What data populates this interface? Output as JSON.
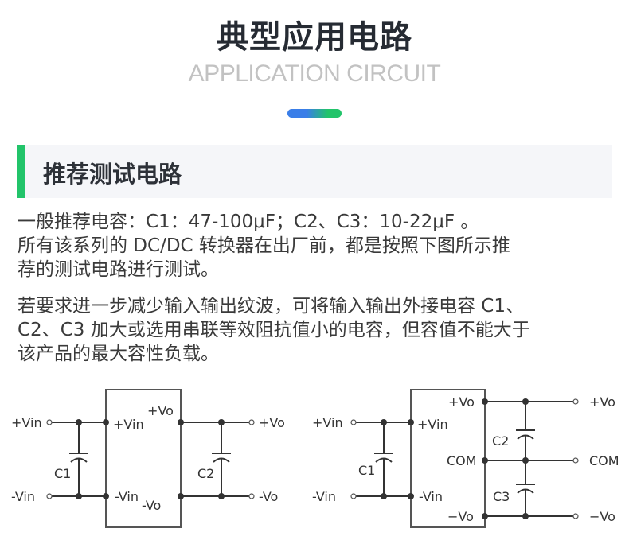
{
  "header": {
    "title": "典型应用电路",
    "subtitle": "APPLICATION CIRCUIT",
    "accent_colors": [
      "#3a7ee8",
      "#22c46a"
    ]
  },
  "section": {
    "title": "推荐测试电路",
    "bar_color": "#22c46a"
  },
  "paragraphs": [
    {
      "lines": [
        "一般推荐电容：C1：47-100μF；C2、C3：10-22μF 。",
        "所有该系列的 DC/DC 转换器在出厂前，都是按照下图所示推",
        "荐的测试电路进行测试。"
      ]
    },
    {
      "lines": [
        "若要求进一步减少输入输出纹波，可将输入输出外接电容 C1、",
        "C2、C3 加大或选用串联等效阻抗值小的电容，但容值不能大于",
        "该产品的最大容性负载。"
      ]
    }
  ],
  "circuit_single": {
    "in_pos": "+Vin",
    "in_neg": "-Vin",
    "pin_in_pos": "+Vin",
    "pin_in_neg": "-Vin",
    "pin_out_pos": "+Vo",
    "pin_out_neg": "-Vo",
    "cap_in": "C1",
    "cap_out": "C2",
    "out_pos": "+Vo",
    "out_neg": "-Vo"
  },
  "circuit_dual": {
    "in_pos": "+Vin",
    "in_neg": "-Vin",
    "pin_in_pos": "+Vin",
    "pin_in_neg": "-Vin",
    "pin_out_pos": "+Vo",
    "pin_com": "COM",
    "pin_out_neg": "−Vo",
    "cap_in": "C1",
    "cap_out_top": "C2",
    "cap_out_bottom": "C3",
    "out_pos": "+Vo",
    "out_com": "COM",
    "out_neg": "−Vo"
  }
}
